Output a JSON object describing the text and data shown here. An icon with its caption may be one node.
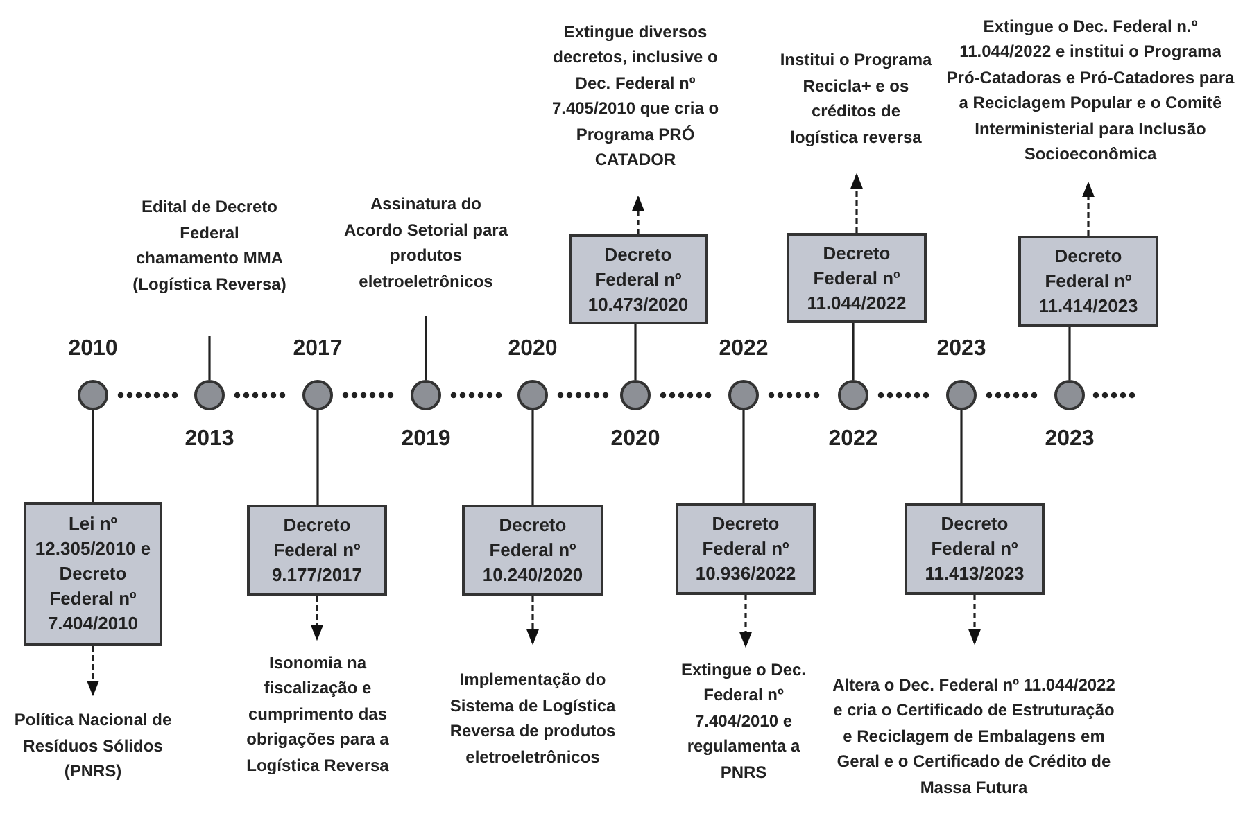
{
  "diagram": {
    "nodes": [
      {
        "text": [],
        "shape": "circle"
      },
      {
        "text": [
          "Lei nº 12.305/2010 e Decreto Federal nº 7.404/2010"
        ]
      },
      {
        "text": [
          "Política Nacional de Resíduos Sólidos (PNRS)"
        ]
      },
      {
        "text": [],
        "shape": "circle"
      },
      {
        "text": [
          "Edital de Decreto Federal chamamento MMA (Logística Reversa)"
        ]
      },
      {
        "text": [],
        "shape": "circle"
      },
      {
        "text": [
          "Decreto Federal nº 9.177/2017"
        ]
      },
      {
        "text": [
          "Isonomia na fiscalização e cumprimento das obrigações para a Logística Reversa"
        ]
      },
      {
        "text": [],
        "shape": "circle"
      },
      {
        "text": [
          "Assinatura do Acordo Setorial para produtos eletroeletrônicos"
        ]
      },
      {
        "text": [],
        "shape": "circle"
      },
      {
        "text": [
          "Decreto Federal nº 10.240/2020"
        ]
      },
      {
        "text": [
          "Implementação do Sistema de Logística Reversa de produtos eletroeletrônicos"
        ]
      },
      {
        "text": [],
        "shape": "circle"
      },
      {
        "text": [
          "Decreto Federal nº 10.473/2020"
        ]
      },
      {
        "text": [
          "Extingue diversos decretos, inclusive o Dec. Federal nº 7.405/2010 que cria o Programa PRÓ CATADOR"
        ]
      },
      {
        "text": [],
        "shape": "circle"
      },
      {
        "text": [
          "Decreto Federal nº 10.936/2022"
        ]
      },
      {
        "text": [
          "Extingue o Dec. Federal nº 7.404/2010 e regulamenta a PNRS"
        ]
      },
      {
        "text": [],
        "shape": "circle"
      },
      {
        "text": [
          "Decreto Federal nº 11.044/2022"
        ]
      },
      {
        "text": [
          "Institui o Programa Recicla+ e os créditos de logística reversa"
        ]
      },
      {
        "text": [],
        "shape": "circle"
      },
      {
        "text": [
          "Decreto Federal nº 11.413/2023"
        ]
      },
      {
        "text": [
          "Altera o Dec. Federal nº 11.044/2022 e cria o Certificado de Estruturação e Reciclagem de Embalagens em Geral e o Certificado de Crédito de Massa Futura"
        ]
      },
      {
        "text": [],
        "shape": "circle"
      },
      {
        "text": [
          "Decreto Federal nº 11.414/2023"
        ]
      },
      {
        "text": [
          "Extingue o Dec. Federal n.º 11.044/2022 e institui o Programa Pró-Catadoras e Pró-Catadores para a Reciclagem Popular e o Comitê Interministerial para Inclusão Socioeconômica"
        ]
      }
    ],
    "edges": [
      {
        "from": 0,
        "to": 3,
        "arrow": "none",
        "style": "dashed"
      },
      {
        "from": 3,
        "to": 5,
        "arrow": "none",
        "style": "dashed"
      },
      {
        "from": 5,
        "to": 8,
        "arrow": "none",
        "style": "dashed"
      },
      {
        "from": 8,
        "to": 10,
        "arrow": "none",
        "style": "dashed"
      },
      {
        "from": 10,
        "to": 13,
        "arrow": "none",
        "style": "dashed"
      },
      {
        "from": 13,
        "to": 16,
        "arrow": "none",
        "style": "dashed"
      },
      {
        "from": 16,
        "to": 19,
        "arrow": "none",
        "style": "dashed"
      },
      {
        "from": 19,
        "to": 22,
        "arrow": "none",
        "style": "dashed"
      },
      {
        "from": 22,
        "to": 25,
        "arrow": "none",
        "style": "dashed"
      },
      {
        "from": 25,
        "to": null,
        "arrow": "none",
        "style": "dashed"
      },
      {
        "from": 0,
        "to": 1,
        "arrow": "none"
      },
      {
        "from": 1,
        "to": 2,
        "arrow": "to",
        "style": "dashed"
      },
      {
        "from": 3,
        "to": 4,
        "arrow": "none"
      },
      {
        "from": 5,
        "to": 6,
        "arrow": "none"
      },
      {
        "from": 6,
        "to": 7,
        "arrow": "to",
        "style": "dashed"
      },
      {
        "from": 8,
        "to": 9,
        "arrow": "none"
      },
      {
        "from": 10,
        "to": 11,
        "arrow": "none"
      },
      {
        "from": 11,
        "to": 12,
        "arrow": "to",
        "style": "dashed"
      },
      {
        "from": 13,
        "to": 14,
        "arrow": "none"
      },
      {
        "from": 14,
        "to": 15,
        "arrow": "to",
        "style": "dashed"
      },
      {
        "from": 16,
        "to": 17,
        "arrow": "none"
      },
      {
        "from": 17,
        "to": 18,
        "arrow": "to",
        "style": "dashed"
      },
      {
        "from": 19,
        "to": 20,
        "arrow": "none"
      },
      {
        "from": 20,
        "to": 21,
        "arrow": "to",
        "style": "dashed"
      },
      {
        "from": 22,
        "to": 23,
        "arrow": "none"
      },
      {
        "from": 23,
        "to": 24,
        "arrow": "to",
        "style": "dashed"
      },
      {
        "from": 25,
        "to": 26,
        "arrow": "none"
      },
      {
        "from": 26,
        "to": 27,
        "arrow": "to",
        "style": "dashed"
      }
    ],
    "labels": [
      "2010",
      "2017",
      "2020",
      "2022",
      "2023",
      "2013",
      "2019",
      "2020",
      "2022",
      "2023"
    ]
  }
}
